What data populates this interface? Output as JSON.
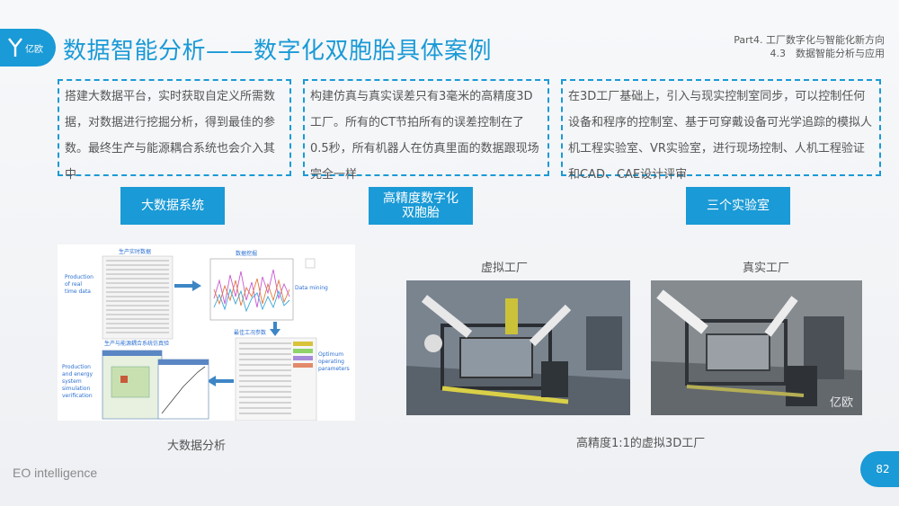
{
  "header": {
    "logo_text": "亿欧",
    "title": "数据智能分析——数字化双胞胎具体案例",
    "part_line": "Part4. 工厂数字化与智能化新方向",
    "section_line": "4.3　数据智能分析与应用"
  },
  "boxes": [
    {
      "text": "搭建大数据平台，实时获取自定义所需数据，对数据进行挖掘分析，得到最佳的参数。最终生产与能源耦合系统也会介入其中"
    },
    {
      "text": "构建仿真与真实误差只有3毫米的高精度3D工厂。所有的CT节拍所有的误差控制在了0.5秒，所有机器人在仿真里面的数据跟现场完全一样"
    },
    {
      "text": "在3D工厂基础上，引入与现实控制室同步，可以控制任何设备和程序的控制室、基于可穿戴设备可光学追踪的模拟人机工程实验室、VR实验室，进行现场控制、人机工程验证和CAD、CAE设计评审"
    }
  ],
  "tags": {
    "left": "大数据系统",
    "middle_line1": "高精度数字化",
    "middle_line2": "双胞胎",
    "right": "三个实验室"
  },
  "diagram": {
    "title_realtime": "生产实时数据",
    "title_data": "数据挖掘",
    "title_params": "最佳工况参数",
    "title_sim": "生产与能源耦合系统仿真验",
    "label_realtime": [
      "Production",
      "of real",
      "time data"
    ],
    "label_mining": "Data mining",
    "label_optimum": [
      "Optimum",
      "operating",
      "parameters"
    ],
    "label_sim": [
      "Production",
      "and energy",
      "system",
      "simulation",
      "verification"
    ]
  },
  "captions": {
    "big_data_analysis": "大数据分析",
    "virtual_factory": "虚拟工厂",
    "real_factory": "真实工厂",
    "bottom": "高精度1:1的虚拟3D工厂"
  },
  "watermark": "亿欧",
  "footer": {
    "brand": "EO intelligence",
    "page_number": "82"
  },
  "colors": {
    "accent": "#1a9ad6",
    "text": "#555555"
  }
}
